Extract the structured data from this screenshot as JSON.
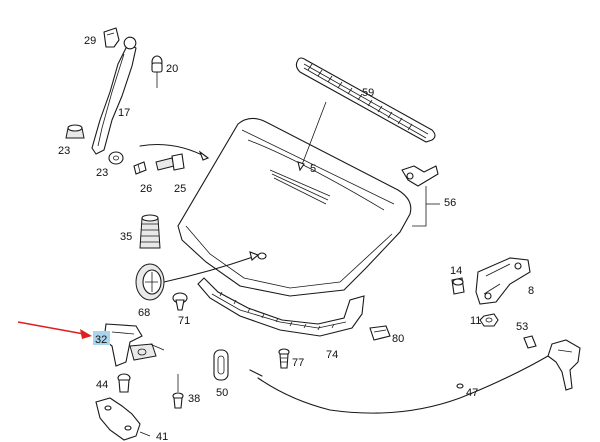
{
  "colors": {
    "line": "#1a1a1a",
    "highlight": "#a9d4ee",
    "pointer_arrow": "#e02020"
  },
  "highlighted_part": "32",
  "callouts": {
    "p29": "29",
    "p20": "20",
    "p17": "17",
    "p59": "59",
    "p23a": "23",
    "p23b": "23",
    "p26": "26",
    "p25": "25",
    "p5": "5",
    "p56": "56",
    "p35": "35",
    "p14": "14",
    "p8": "8",
    "p68": "68",
    "p71": "71",
    "p11": "11",
    "p53": "53",
    "p32": "32",
    "p80": "80",
    "p77": "77",
    "p74": "74",
    "p44": "44",
    "p50": "50",
    "p38": "38",
    "p47": "47",
    "p41": "41"
  }
}
